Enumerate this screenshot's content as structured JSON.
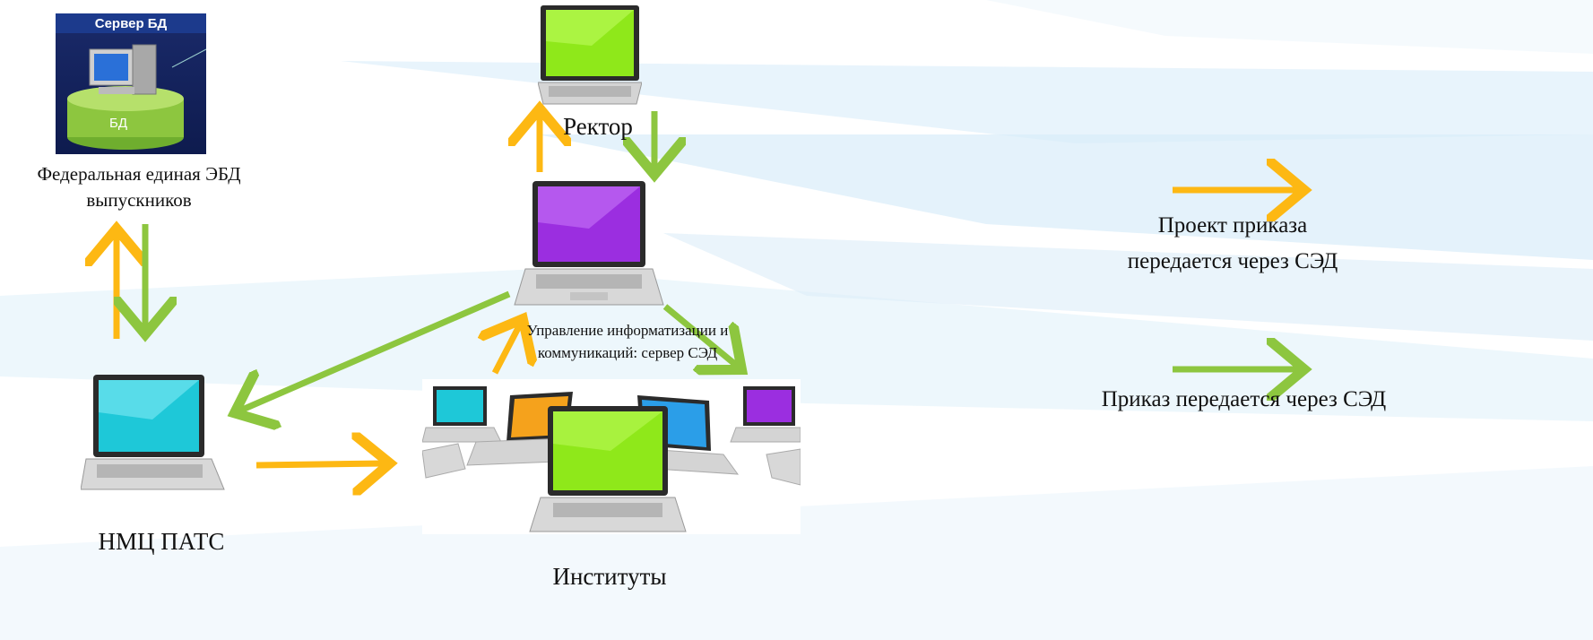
{
  "server_panel": {
    "title": "Сервер БД",
    "db_label": "БД"
  },
  "nodes": {
    "ebd": "Федеральная единая ЭБД выпускников",
    "rector": "Ректор",
    "uik": "Управление информатизации и коммуникаций: сервер СЭД",
    "nmc": "НМЦ ПАТС",
    "institutes": "Институты"
  },
  "legend": {
    "items": [
      {
        "label": "Проект приказа передается через СЭД",
        "color": "#FDB813"
      },
      {
        "label": "Приказ передается через СЭД",
        "color": "#8DC63F"
      }
    ]
  },
  "colors": {
    "yellow_arrow": "#FDB813",
    "green_arrow": "#8DC63F",
    "screen_green": "#8fe81a",
    "screen_purple": "#9b2ee0",
    "screen_cyan": "#1ec8d8",
    "screen_orange": "#f5a21c",
    "screen_blue": "#2b9ee8",
    "stripe": "#d6ecf8"
  }
}
